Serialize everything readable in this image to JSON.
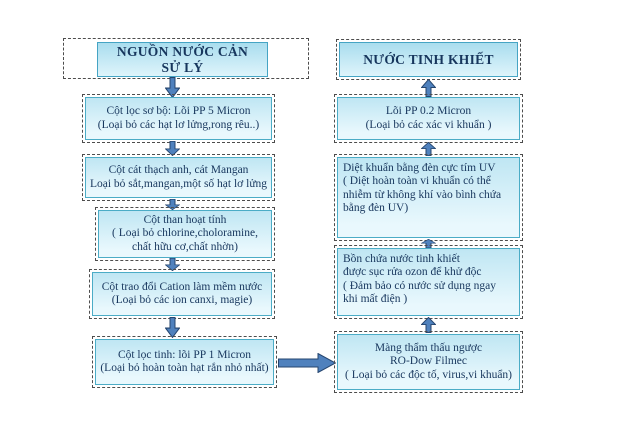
{
  "colors": {
    "box_border": "#4bacc6",
    "box_fill_top": "#bfe6f3",
    "box_fill_bottom": "#e9f8fd",
    "header_fill_top": "#a9ddee",
    "arrow_fill": "#4f81bd",
    "arrow_outline": "#25456e",
    "text": "#17365d",
    "marquee": "#4d4d4d",
    "background": "#ffffff"
  },
  "left_column": {
    "header_lines": [
      "NGUỒN NƯỚC CẢN",
      "SỬ LÝ"
    ],
    "flow_direction": "down",
    "steps": [
      {
        "lines": [
          "Cột lọc sơ bộ: Lõi PP 5 Micron",
          "(Loại bỏ các hạt lơ lửng,rong rêu..)"
        ]
      },
      {
        "lines": [
          "Cột cát thạch anh, cát Mangan",
          "Loại bỏ sắt,mangan,một số hạt lơ lửng"
        ]
      },
      {
        "lines": [
          "Cột than hoạt tính",
          "( Loại bỏ chlorine,choloramine,",
          "chất hữu cơ,chất nhờn)"
        ]
      },
      {
        "lines": [
          "Cột trao đổi Cation làm mềm nước",
          "(Loại bỏ các ion canxi, magie)"
        ]
      },
      {
        "lines": [
          "Cột lọc tinh: lõi PP 1 Micron",
          "(Loại bỏ hoàn toàn hạt rắn nhỏ nhất)"
        ]
      }
    ]
  },
  "right_column": {
    "header": "NƯỚC TINH KHIẾT",
    "flow_direction": "up",
    "steps": [
      {
        "lines": [
          "Lõi PP 0.2 Micron",
          "(Loại bỏ các xác vi khuẩn )"
        ]
      },
      {
        "lines": [
          "Diệt khuẩn bằng đèn cực tím UV",
          "( Diệt hoàn toàn vi khuẩn có thể",
          "nhiễm từ không khí vào bình chứa",
          "bằng đèn UV)"
        ]
      },
      {
        "lines": [
          "Bồn chứa nước tinh khiết",
          "được sục rửa ozon để khử độc",
          "( Đảm bảo có nước sử dụng ngay",
          "khi mất điện )"
        ]
      },
      {
        "lines": [
          "Màng thẩm thấu ngược",
          "RO-Dow Filmec",
          "( Loại bỏ các độc tố, virus,vi khuẩn)"
        ]
      }
    ]
  }
}
